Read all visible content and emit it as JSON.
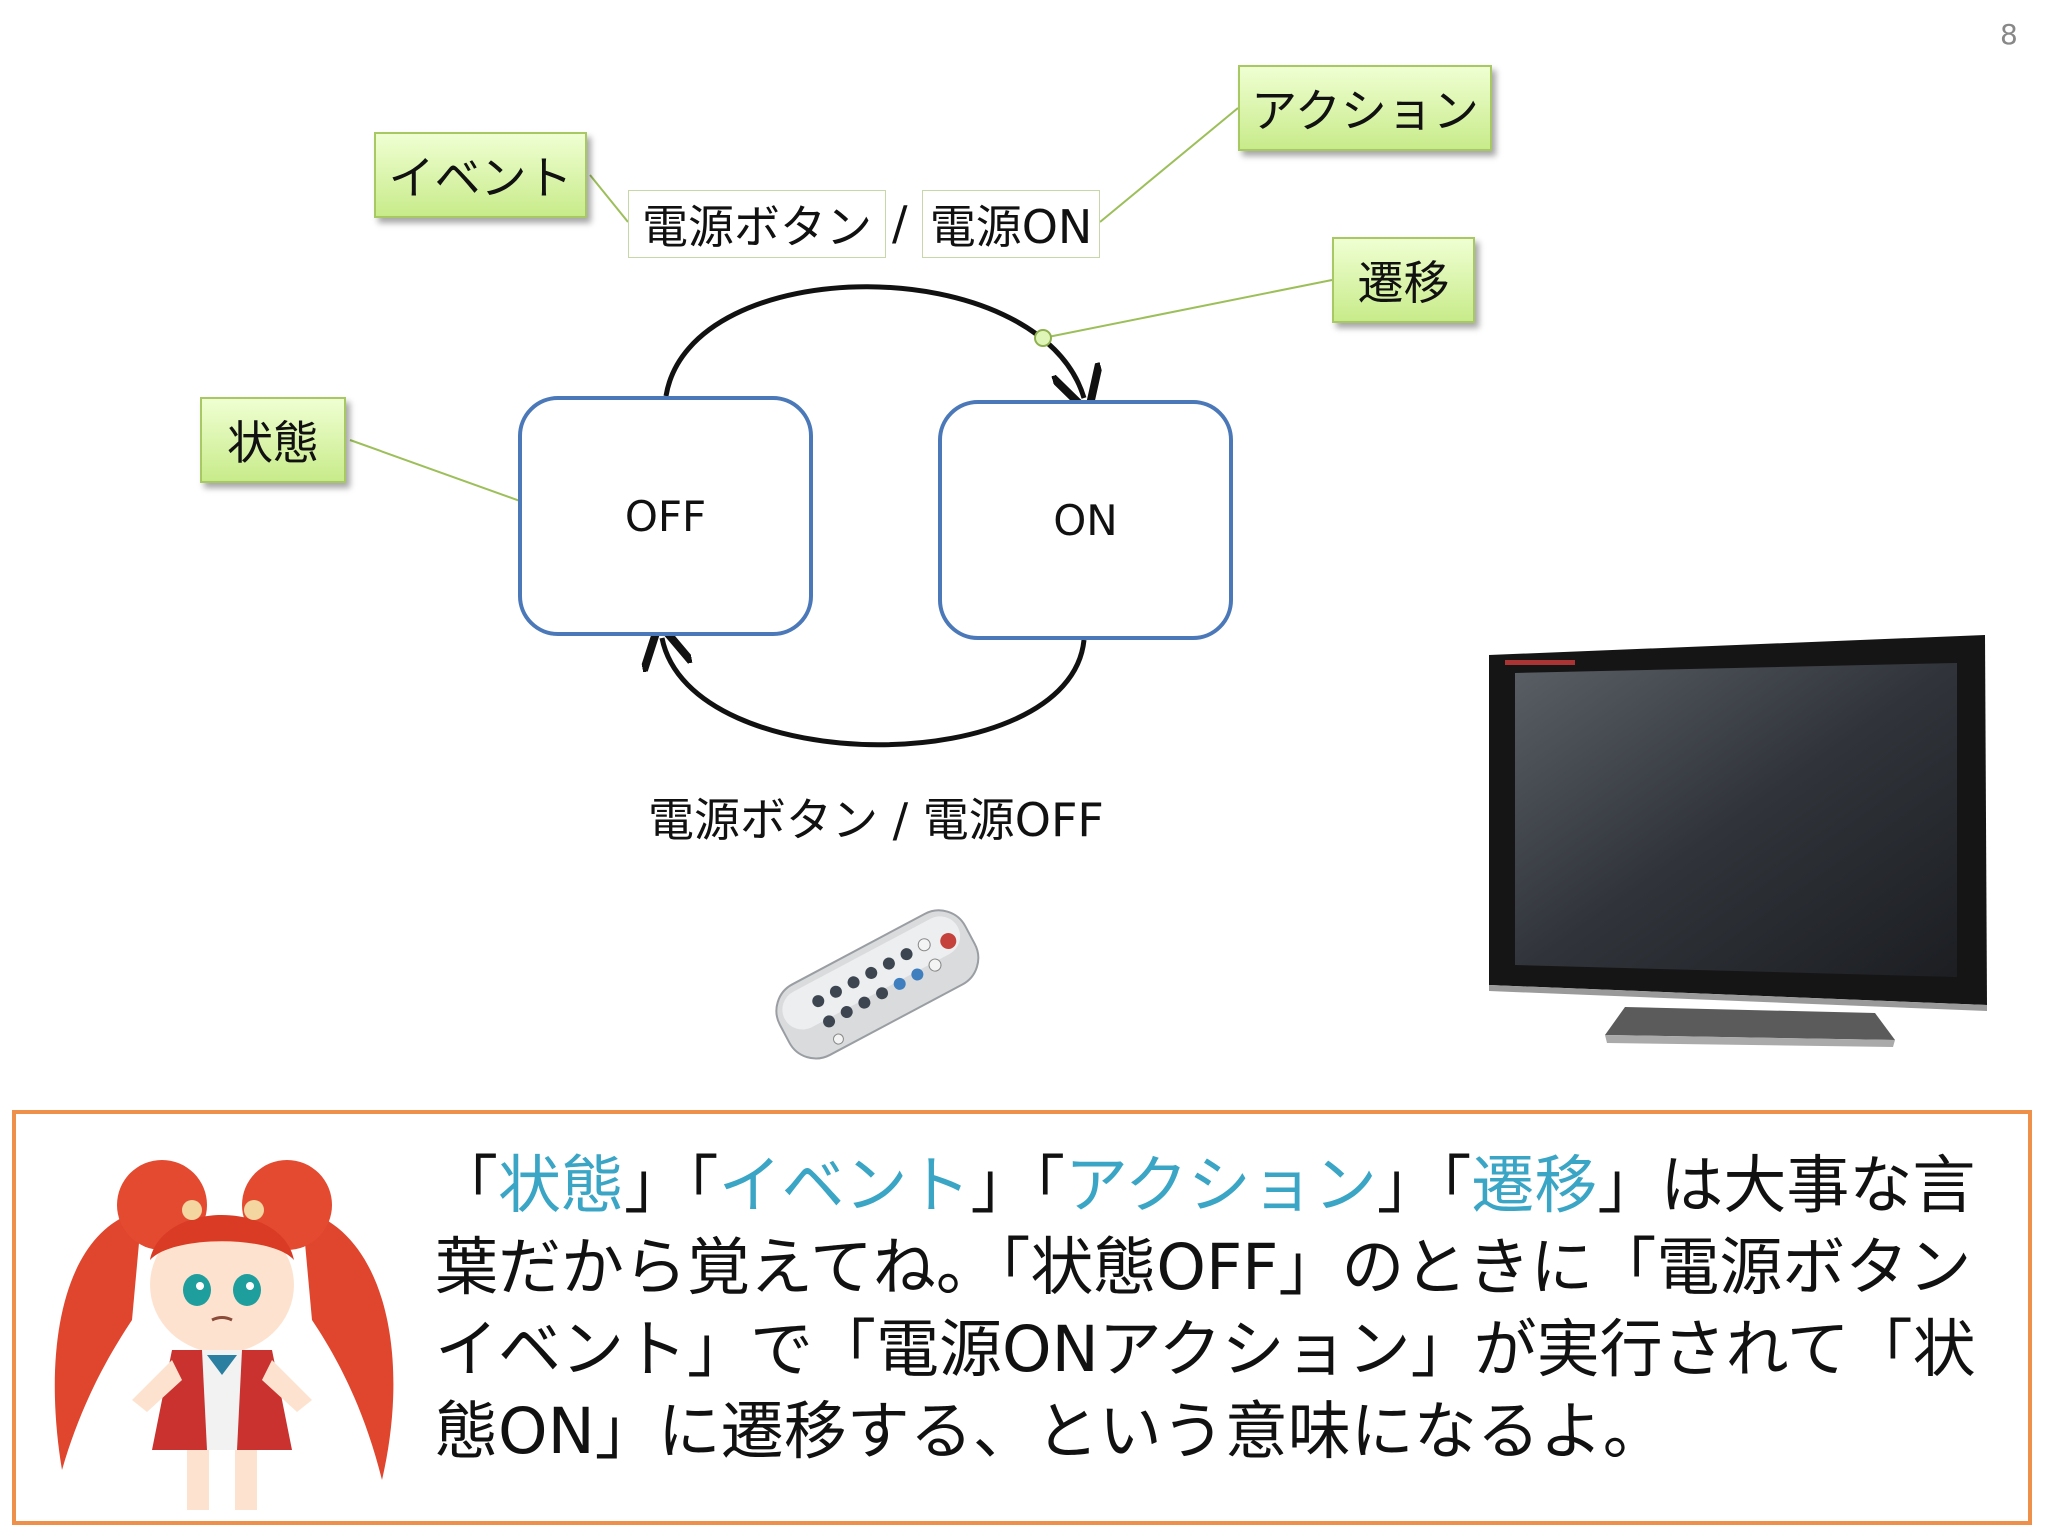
{
  "page_number": "8",
  "callouts": {
    "event": "イベント",
    "action": "アクション",
    "transition": "遷移",
    "state": "状態"
  },
  "transition_on": {
    "event_label": "電源ボタン",
    "separator": "/",
    "action_label": "電源ON"
  },
  "transition_off": {
    "label": "電源ボタン / 電源OFF"
  },
  "states": {
    "off": "OFF",
    "on": "ON"
  },
  "speech": {
    "parts": [
      {
        "text": "「",
        "highlight": false
      },
      {
        "text": "状態",
        "highlight": true
      },
      {
        "text": "」「",
        "highlight": false
      },
      {
        "text": "イベント",
        "highlight": true
      },
      {
        "text": "」「",
        "highlight": false
      },
      {
        "text": "アクション",
        "highlight": true
      },
      {
        "text": "」「",
        "highlight": false
      },
      {
        "text": "遷移",
        "highlight": true
      },
      {
        "text": "」は大事な言葉だから覚えてね。「状態OFF」のときに「電源ボタンイベント」で「電源ONアクション」が実行されて「状態ON」に遷移する、という意味になるよ。",
        "highlight": false
      }
    ]
  },
  "colors": {
    "highlight": "#3aa5c5",
    "state_border": "#4a78b8",
    "panel_border": "#ee8f4a",
    "callout_fill": "#c8eb8a",
    "leader_line": "#9cbf5a"
  }
}
